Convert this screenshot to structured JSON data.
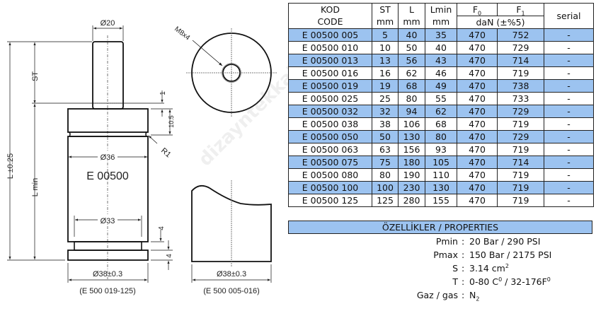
{
  "drawing": {
    "main_view": {
      "rod_diameter": "Ø20",
      "stroke_label": "ST",
      "length_label": "L ±0.25",
      "lmin_label": "L min",
      "dim_1": "1",
      "dim_10_5": "10.5",
      "radius_label": "R1",
      "body_diameter": "Ø36",
      "model_label": "E 00500",
      "groove_diameter": "Ø33",
      "dim_4a": "4",
      "dim_4b": "4",
      "base_diameter": "Ø38±0.3",
      "caption": "(E 500 019-125)"
    },
    "top_view": {
      "thread_label": "M8x4"
    },
    "short_view": {
      "base_diameter": "Ø38±0.3",
      "caption": "(E 500 005-016)"
    },
    "watermark": "dizayntekkalip"
  },
  "table": {
    "headers": {
      "code_top": "KOD",
      "code_bottom": "CODE",
      "st_top": "ST",
      "st_bottom": "mm",
      "l_top": "L",
      "l_bottom": "mm",
      "lmin_top": "Lmin",
      "lmin_bottom": "mm",
      "f0": "F",
      "f0_sub": "0",
      "f1": "F",
      "f1_sub": "1",
      "force_unit": "daN (±%5)",
      "serial": "serial"
    },
    "rows": [
      {
        "code": "E 00500 005",
        "st": "5",
        "l": "40",
        "lmin": "35",
        "f0": "470",
        "f1": "752",
        "serial": "-"
      },
      {
        "code": "E 00500 010",
        "st": "10",
        "l": "50",
        "lmin": "40",
        "f0": "470",
        "f1": "729",
        "serial": "-"
      },
      {
        "code": "E 00500 013",
        "st": "13",
        "l": "56",
        "lmin": "43",
        "f0": "470",
        "f1": "714",
        "serial": "-"
      },
      {
        "code": "E 00500 016",
        "st": "16",
        "l": "62",
        "lmin": "46",
        "f0": "470",
        "f1": "719",
        "serial": "-"
      },
      {
        "code": "E 00500 019",
        "st": "19",
        "l": "68",
        "lmin": "49",
        "f0": "470",
        "f1": "738",
        "serial": "-"
      },
      {
        "code": "E 00500 025",
        "st": "25",
        "l": "80",
        "lmin": "55",
        "f0": "470",
        "f1": "733",
        "serial": "-"
      },
      {
        "code": "E 00500 032",
        "st": "32",
        "l": "94",
        "lmin": "62",
        "f0": "470",
        "f1": "729",
        "serial": "-"
      },
      {
        "code": "E 00500 038",
        "st": "38",
        "l": "106",
        "lmin": "68",
        "f0": "470",
        "f1": "719",
        "serial": "-"
      },
      {
        "code": "E 00500 050",
        "st": "50",
        "l": "130",
        "lmin": "80",
        "f0": "470",
        "f1": "729",
        "serial": "-"
      },
      {
        "code": "E 00500 063",
        "st": "63",
        "l": "156",
        "lmin": "93",
        "f0": "470",
        "f1": "719",
        "serial": "-"
      },
      {
        "code": "E 00500 075",
        "st": "75",
        "l": "180",
        "lmin": "105",
        "f0": "470",
        "f1": "714",
        "serial": "-"
      },
      {
        "code": "E 00500 080",
        "st": "80",
        "l": "190",
        "lmin": "110",
        "f0": "470",
        "f1": "719",
        "serial": "-"
      },
      {
        "code": "E 00500 100",
        "st": "100",
        "l": "230",
        "lmin": "130",
        "f0": "470",
        "f1": "719",
        "serial": "-"
      },
      {
        "code": "E 00500 125",
        "st": "125",
        "l": "280",
        "lmin": "155",
        "f0": "470",
        "f1": "719",
        "serial": "-"
      }
    ],
    "row_highlight_color": "#9cc3f0"
  },
  "properties": {
    "title": "ÖZELLİKLER / PROPERTIES",
    "items": [
      {
        "label": "Pmin",
        "value": "20 Bar / 290 PSI"
      },
      {
        "label": "Pmax",
        "value": "150 Bar / 2175 PSI"
      },
      {
        "label": "S",
        "value": "3.14 cm",
        "sup": "2"
      },
      {
        "label": "T",
        "value_a": "0-80 C",
        "sup_a": "0",
        "value_b": " / 32-176F",
        "sup_b": "0"
      },
      {
        "label": "Gaz / gas",
        "value": "N",
        "sub": "2"
      }
    ]
  }
}
